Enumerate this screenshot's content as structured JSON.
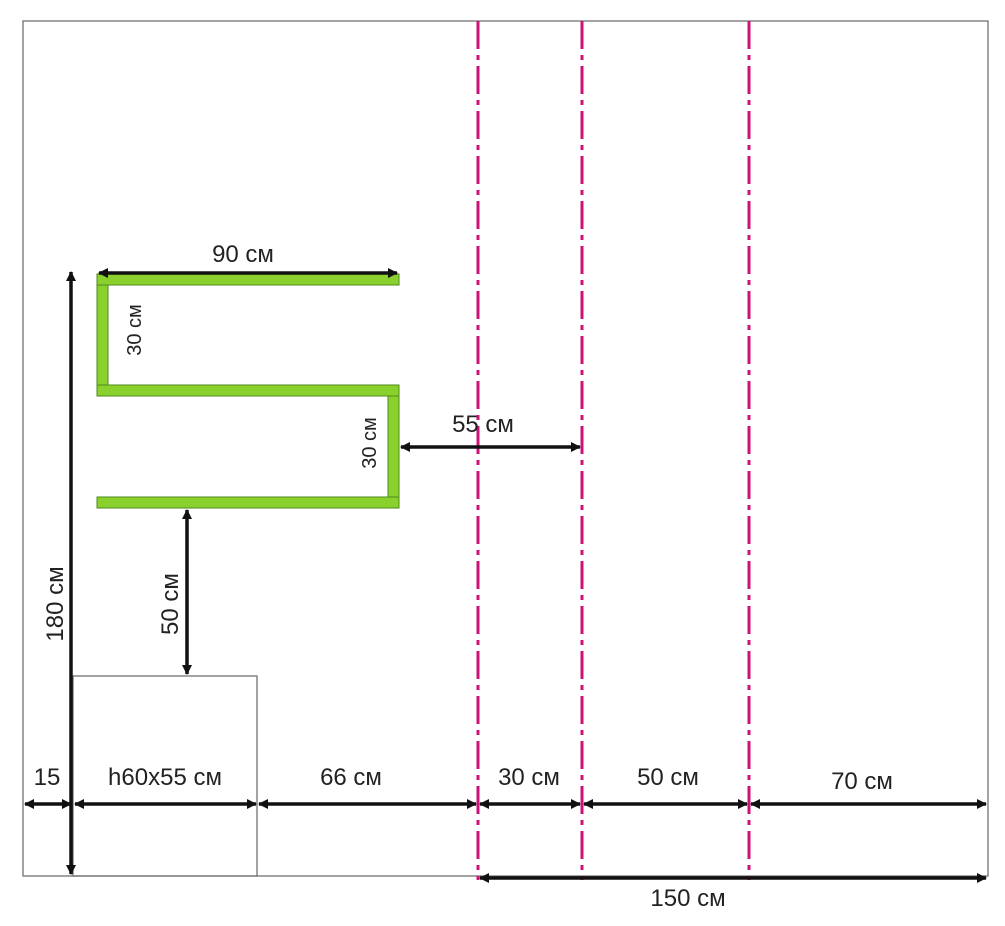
{
  "colors": {
    "shelf_fill": "#8bd12e",
    "shelf_stroke": "#4c8a1a",
    "guide_line": "#cc1177",
    "arrow": "#111111",
    "wall_border": "#666666"
  },
  "labels": {
    "shelf_width": "90 см",
    "shelf_gap_upper": "30 см",
    "shelf_gap_lower": "30 см",
    "shelf_to_guide": "55 см",
    "shelf_to_cabinet": "50 см",
    "total_height": "180 см",
    "left_margin": "15",
    "cabinet_size": "h60x55 см",
    "gap_66": "66 см",
    "gap_30": "30 см",
    "gap_50": "50 см",
    "gap_70": "70 см",
    "span_150": "150 см"
  }
}
